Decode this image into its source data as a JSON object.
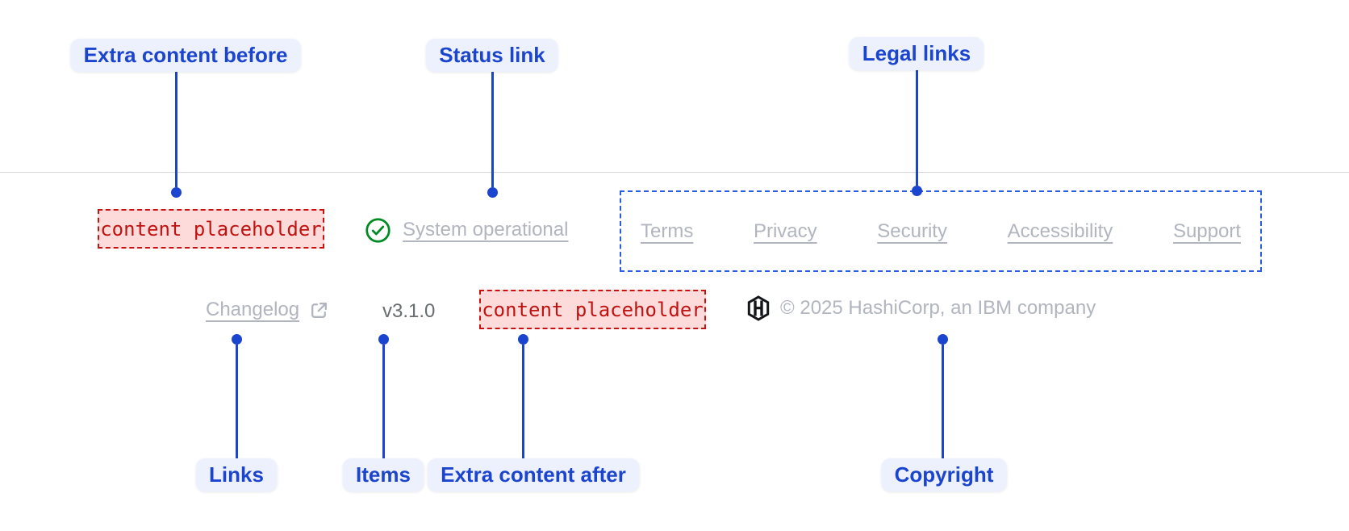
{
  "annotations": {
    "extra_content_before": "Extra content before",
    "status_link": "Status link",
    "legal_links": "Legal links",
    "links": "Links",
    "items": "Items",
    "extra_content_after": "Extra content after",
    "copyright": "Copyright"
  },
  "footer": {
    "extra_content_before_placeholder": "content placeholder",
    "status_label": "System operational",
    "legal_links": [
      "Terms",
      "Privacy",
      "Security",
      "Accessibility",
      "Support"
    ],
    "changelog_label": "Changelog",
    "version": "v3.1.0",
    "extra_content_after_placeholder": "content placeholder",
    "copyright_text": "© 2025 HashiCorp, an IBM company"
  },
  "colors": {
    "annotation_blue": "#1b44cf",
    "annotation_pill_bg": "#ecf1fd",
    "legal_dashed_border": "#2b5ce0",
    "placeholder_red": "#c01311",
    "placeholder_bg": "#fcdbda",
    "placeholder_border": "#cb1110",
    "success_green": "#008a22",
    "faded_text": "#b1b5bf",
    "version_text": "#686d70",
    "logo_black": "#141519",
    "divider": "#d7d5dc",
    "background": "#ffffff"
  }
}
